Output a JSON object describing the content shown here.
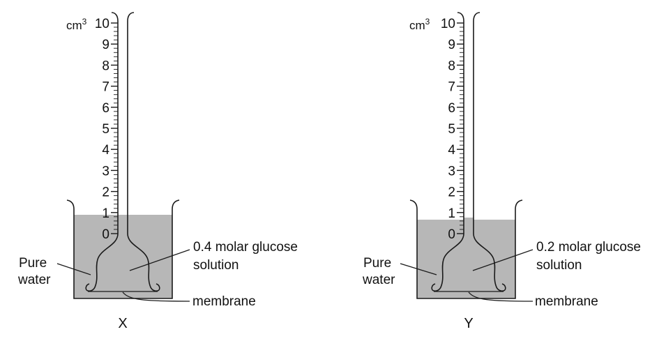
{
  "colors": {
    "water": "#b7b7b7",
    "line": "#1a1a1a",
    "background": "#ffffff"
  },
  "scale": {
    "unit": "cm",
    "unit_superscript": "3",
    "labels": [
      "0",
      "1",
      "2",
      "3",
      "4",
      "5",
      "6",
      "7",
      "8",
      "9",
      "10"
    ]
  },
  "diagrams": [
    {
      "caption": "X",
      "pure_water_label_line1": "Pure",
      "pure_water_label_line2": "water",
      "solution_label_line1": "0.4 molar glucose",
      "solution_label_line2": "solution",
      "membrane_label": "membrane",
      "liquid_level_cm3": 0.9
    },
    {
      "caption": "Y",
      "pure_water_label_line1": "Pure",
      "pure_water_label_line2": "water",
      "solution_label_line1": "0.2 molar glucose",
      "solution_label_line2": "solution",
      "membrane_label": "membrane",
      "liquid_level_cm3": 0.65
    }
  ]
}
